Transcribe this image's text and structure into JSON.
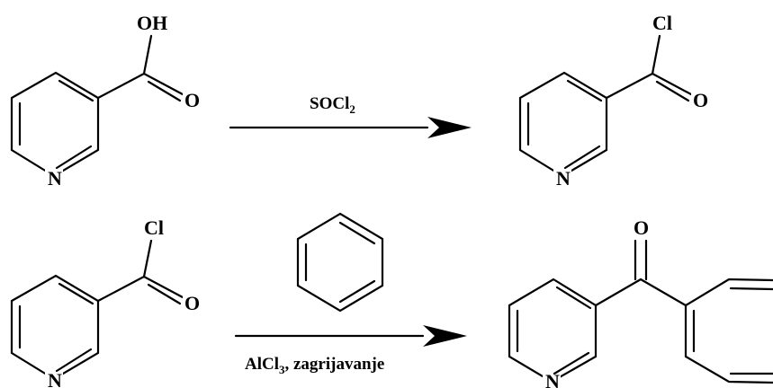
{
  "reaction1": {
    "reactant": {
      "substituent": "OH",
      "carbonyl_o": "O",
      "ring_n": "N"
    },
    "reagent": {
      "main": "SOCl",
      "subscript": "2"
    },
    "product": {
      "substituent": "Cl",
      "carbonyl_o": "O",
      "ring_n": "N"
    }
  },
  "reaction2": {
    "reactant": {
      "substituent": "Cl",
      "carbonyl_o": "O",
      "ring_n": "N"
    },
    "condition": {
      "prefix": "AlCl",
      "subscript": "3",
      "suffix": ", zagrijavanje"
    },
    "product": {
      "carbonyl_o": "O",
      "ring_n": "N"
    }
  }
}
